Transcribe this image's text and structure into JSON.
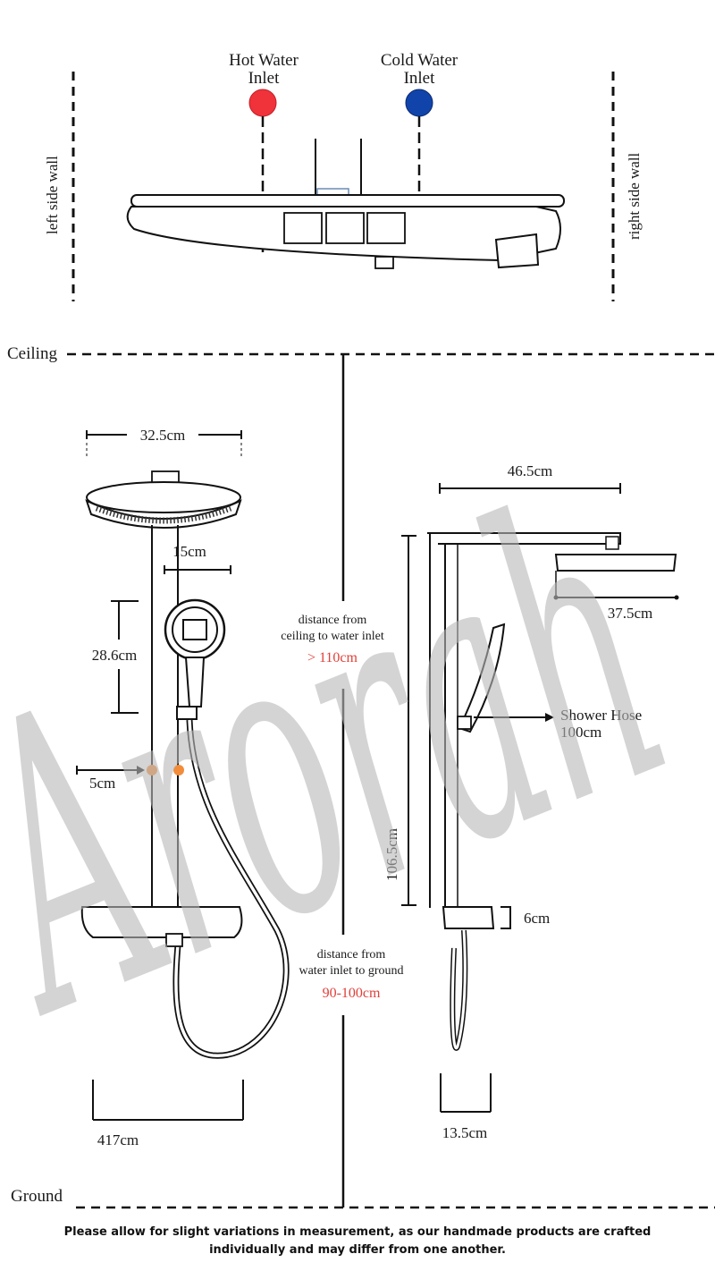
{
  "top_view": {
    "hot_label_1": "Hot Water",
    "hot_label_2": "Inlet",
    "cold_label_1": "Cold Water",
    "cold_label_2": "Inlet",
    "left_wall": "left side wall",
    "right_wall": "right side wall",
    "hot_color": "#f0323a",
    "cold_color": "#1144aa"
  },
  "boundaries": {
    "ceiling": "Ceiling",
    "ground": "Ground"
  },
  "front_view": {
    "head_width": "32.5cm",
    "arm_offset": "15cm",
    "handheld_height": "28.6cm",
    "pipe_spacing": "5cm",
    "base_width": "417cm",
    "marker_color": "#f28c3a"
  },
  "center": {
    "ceiling_note_1": "distance from",
    "ceiling_note_2": "ceiling to water inlet",
    "ceiling_value": "> 110cm",
    "ground_note_1": "distance from",
    "ground_note_2": "water inlet to ground",
    "ground_value": "90-100cm",
    "accent_color": "#e0403a"
  },
  "side_view": {
    "arm_length": "46.5cm",
    "head_depth": "37.5cm",
    "hose_label_1": "Shower Hose",
    "hose_label_2": "100cm",
    "column_height": "106.5cm",
    "valve_height": "6cm",
    "base_depth": "13.5cm"
  },
  "watermark": "Arorah",
  "footnote": "Please allow for slight variations in measurement, as our handmade products are crafted individually and may differ from one another."
}
